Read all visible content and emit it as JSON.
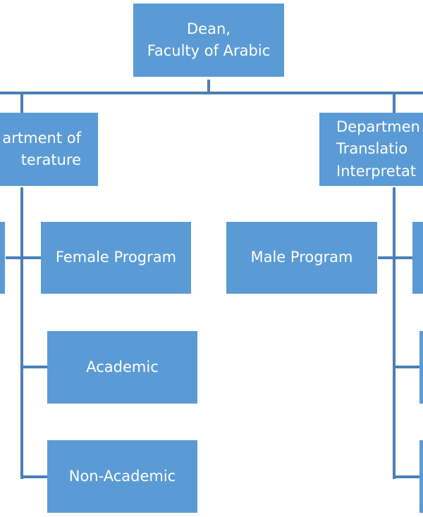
{
  "chart": {
    "colors": {
      "box_fill": "#5b9bd5",
      "connector": "#4a7fb5",
      "text": "#ffffff"
    },
    "root": {
      "line1": "Dean,",
      "line2": "Faculty of Arabic"
    },
    "dept_left": {
      "line1": "artment of",
      "line2": "terature"
    },
    "dept_right": {
      "line1": "Departmen",
      "line2": "Translatio",
      "line3": "Interpretat"
    },
    "left_children": {
      "female": "Female Program",
      "academic": "Academic",
      "non_academic": "Non-Academic"
    },
    "right_children": {
      "male": "Male Program"
    }
  }
}
